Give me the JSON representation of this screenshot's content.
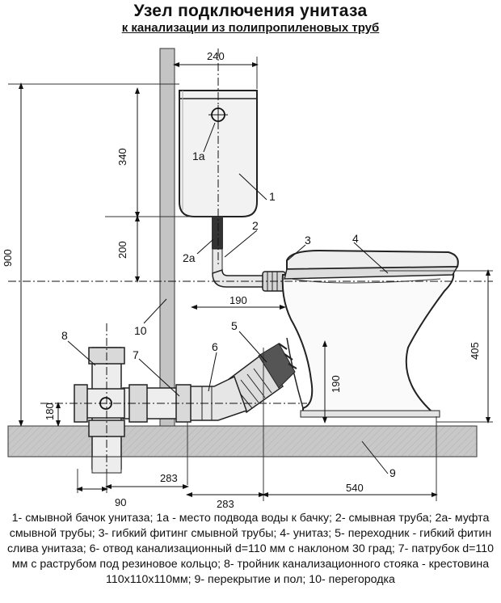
{
  "title": "Узел подключения унитаза",
  "subtitle": "к канализации из полипропиленовых труб",
  "labels": {
    "l1": "1",
    "l1a": "1а",
    "l2": "2",
    "l2a": "2а",
    "l3": "3",
    "l4": "4",
    "l5": "5",
    "l6": "6",
    "l7": "7",
    "l8": "8",
    "l9": "9",
    "l10": "10"
  },
  "dimensions": {
    "d240": "240",
    "d340": "340",
    "d200": "200",
    "d900": "900",
    "d190h": "190",
    "d405": "405",
    "d190v": "190",
    "d180": "180",
    "d283a": "283",
    "d283b": "283",
    "d90": "90",
    "d540": "540"
  },
  "legend": "1- смывной бачок унитаза; 1а - место подвода воды к бачку; 2- смывная труба; 2а- муфта смывной трубы; 3- гибкий фитинг смывной трубы; 4- унитаз; 5- переходник - гибкий фитин слива унитаза; 6- отвод канализационный d=110 мм с наклоном 30 град; 7- патрубок d=110 мм с раструбом под резиновое кольцо; 8- тройник канализационного стояка - крестовина 110х110х110мм; 9- перекрытие и пол; 10- перегородка"
}
